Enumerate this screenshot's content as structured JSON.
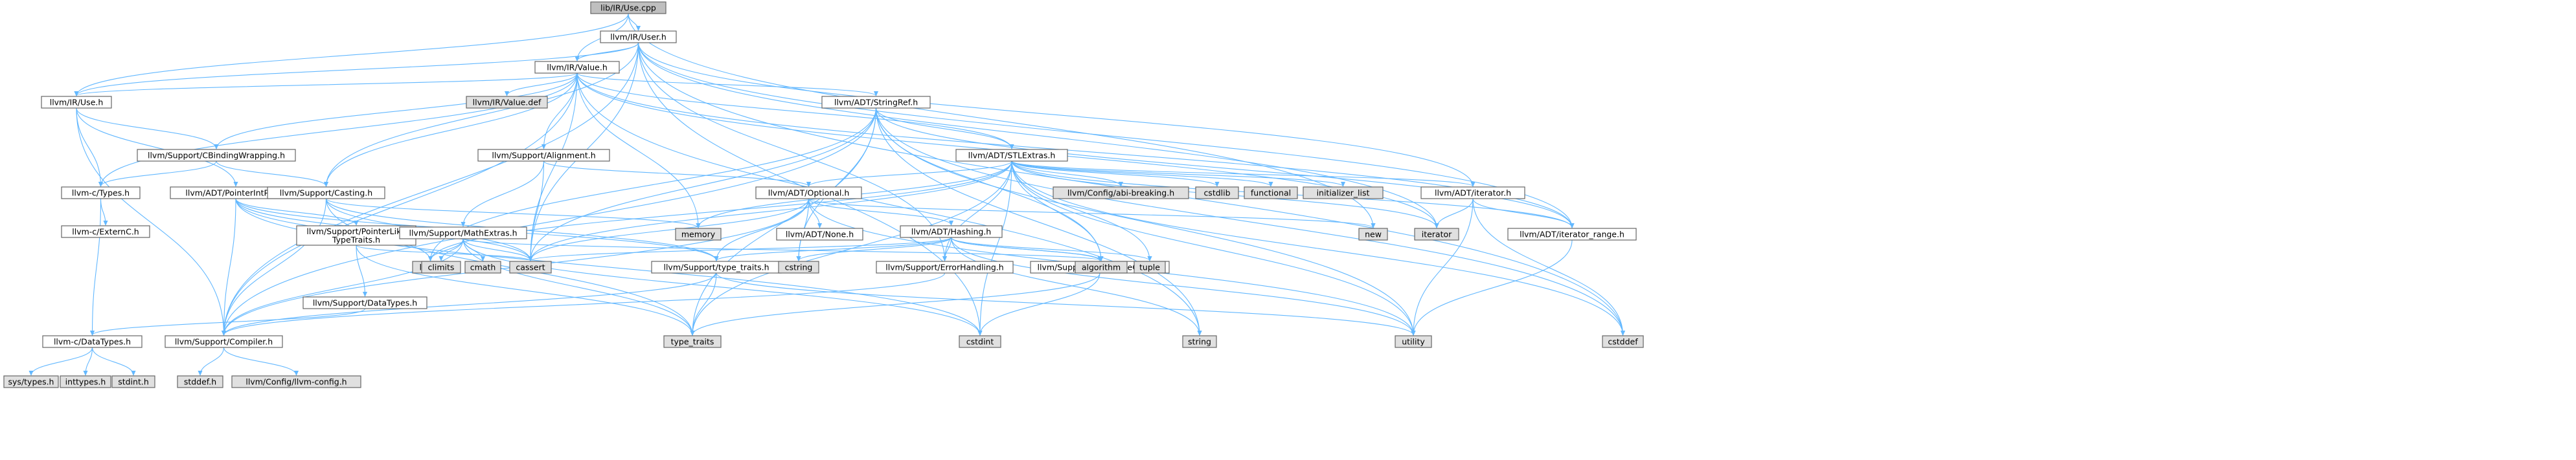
{
  "colors": {
    "root_fill": "#bfbfbf",
    "header_fill": "#ffffff",
    "system_fill": "#e0e0e0",
    "missing_border": "#ff0000",
    "border": "#666666",
    "edge": "#63b8ff"
  },
  "nodes": [
    {
      "id": "root",
      "label": "lib/IR/Use.cpp",
      "kind": "root"
    },
    {
      "id": "iruser",
      "label": "llvm/IR/User.h",
      "kind": "header"
    },
    {
      "id": "irvalue",
      "label": "llvm/IR/Value.h",
      "kind": "header"
    },
    {
      "id": "iruse",
      "label": "llvm/IR/Use.h",
      "kind": "header"
    },
    {
      "id": "valuedef",
      "label": "llvm/IR/Value.def",
      "kind": "system"
    },
    {
      "id": "stringref",
      "label": "llvm/ADT/StringRef.h",
      "kind": "header"
    },
    {
      "id": "cbinding",
      "label": "llvm/Support/CBindingWrapping.h",
      "kind": "header"
    },
    {
      "id": "alignment",
      "label": "llvm/Support/Alignment.h",
      "kind": "header"
    },
    {
      "id": "stlextras",
      "label": "llvm/ADT/STLExtras.h",
      "kind": "header"
    },
    {
      "id": "ctypes",
      "label": "llvm-c/Types.h",
      "kind": "header"
    },
    {
      "id": "ptrintpair",
      "label": "llvm/ADT/PointerIntPair.h",
      "kind": "header"
    },
    {
      "id": "casting",
      "label": "llvm/Support/Casting.h",
      "kind": "header"
    },
    {
      "id": "optional",
      "label": "llvm/ADT/Optional.h",
      "kind": "header"
    },
    {
      "id": "abibreaking",
      "label": "llvm/Config/abi-breaking.h",
      "kind": "system"
    },
    {
      "id": "cstdlib",
      "label": "cstdlib",
      "kind": "system"
    },
    {
      "id": "functional",
      "label": "functional",
      "kind": "system"
    },
    {
      "id": "initlist",
      "label": "initializer_list",
      "kind": "system"
    },
    {
      "id": "iteratorh",
      "label": "llvm/ADT/iterator.h",
      "kind": "header"
    },
    {
      "id": "externc",
      "label": "llvm-c/ExternC.h",
      "kind": "header"
    },
    {
      "id": "ptrliketraits",
      "label": "llvm/Support/PointerLike\nTypeTraits.h",
      "kind": "header"
    },
    {
      "id": "mathextras",
      "label": "llvm/Support/MathExtras.h",
      "kind": "header"
    },
    {
      "id": "memory",
      "label": "memory",
      "kind": "system"
    },
    {
      "id": "noneh",
      "label": "llvm/ADT/None.h",
      "kind": "header"
    },
    {
      "id": "hashing",
      "label": "llvm/ADT/Hashing.h",
      "kind": "header"
    },
    {
      "id": "new",
      "label": "new",
      "kind": "system"
    },
    {
      "id": "iterator",
      "label": "iterator",
      "kind": "system"
    },
    {
      "id": "itrange",
      "label": "llvm/ADT/iterator_range.h",
      "kind": "header"
    },
    {
      "id": "limits",
      "label": "limits",
      "kind": "system"
    },
    {
      "id": "climits",
      "label": "climits",
      "kind": "system"
    },
    {
      "id": "cmath",
      "label": "cmath",
      "kind": "system"
    },
    {
      "id": "cassert",
      "label": "cassert",
      "kind": "system"
    },
    {
      "id": "typetraitsh",
      "label": "llvm/Support/type_traits.h",
      "kind": "header"
    },
    {
      "id": "cstring",
      "label": "cstring",
      "kind": "system"
    },
    {
      "id": "errhandling",
      "label": "llvm/Support/ErrorHandling.h",
      "kind": "header"
    },
    {
      "id": "swapbyte",
      "label": "llvm/Support/SwapByteOrder.h",
      "kind": "missing"
    },
    {
      "id": "algorithm",
      "label": "algorithm",
      "kind": "system"
    },
    {
      "id": "tuple",
      "label": "tuple",
      "kind": "system"
    },
    {
      "id": "datatypessupport",
      "label": "llvm/Support/DataTypes.h",
      "kind": "header"
    },
    {
      "id": "cdatatypes",
      "label": "llvm-c/DataTypes.h",
      "kind": "header"
    },
    {
      "id": "compiler",
      "label": "llvm/Support/Compiler.h",
      "kind": "header"
    },
    {
      "id": "typetraits",
      "label": "type_traits",
      "kind": "system"
    },
    {
      "id": "cstdint",
      "label": "cstdint",
      "kind": "system"
    },
    {
      "id": "string",
      "label": "string",
      "kind": "system"
    },
    {
      "id": "utility",
      "label": "utility",
      "kind": "system"
    },
    {
      "id": "cstddef",
      "label": "cstddef",
      "kind": "system"
    },
    {
      "id": "systypes",
      "label": "sys/types.h",
      "kind": "system"
    },
    {
      "id": "inttypes",
      "label": "inttypes.h",
      "kind": "system"
    },
    {
      "id": "stdint",
      "label": "stdint.h",
      "kind": "system"
    },
    {
      "id": "stddef",
      "label": "stddef.h",
      "kind": "system"
    },
    {
      "id": "llvmconfig",
      "label": "llvm/Config/llvm-config.h",
      "kind": "system"
    }
  ],
  "edges": [
    [
      "root",
      "iruser"
    ],
    [
      "root",
      "irvalue"
    ],
    [
      "root",
      "iruse"
    ],
    [
      "root",
      "new"
    ],
    [
      "iruser",
      "irvalue"
    ],
    [
      "iruser",
      "iruse"
    ],
    [
      "iruser",
      "iteratorh"
    ],
    [
      "iruser",
      "itrange"
    ],
    [
      "iruser",
      "casting"
    ],
    [
      "iruser",
      "compiler"
    ],
    [
      "iruser",
      "errhandling"
    ],
    [
      "iruser",
      "cassert"
    ],
    [
      "iruser",
      "cstddef"
    ],
    [
      "iruser",
      "cstdint"
    ],
    [
      "iruser",
      "iterator"
    ],
    [
      "irvalue",
      "valuedef"
    ],
    [
      "irvalue",
      "stringref"
    ],
    [
      "irvalue",
      "stlextras"
    ],
    [
      "irvalue",
      "itrange"
    ],
    [
      "irvalue",
      "iruse"
    ],
    [
      "irvalue",
      "cbinding"
    ],
    [
      "irvalue",
      "alignment"
    ],
    [
      "irvalue",
      "casting"
    ],
    [
      "irvalue",
      "ctypes"
    ],
    [
      "irvalue",
      "compiler"
    ],
    [
      "irvalue",
      "memory"
    ],
    [
      "irvalue",
      "cassert"
    ],
    [
      "irvalue",
      "iterator"
    ],
    [
      "irvalue",
      "string"
    ],
    [
      "iruse",
      "ptrintpair"
    ],
    [
      "iruse",
      "cbinding"
    ],
    [
      "iruse",
      "ctypes"
    ],
    [
      "iruse",
      "compiler"
    ],
    [
      "cbinding",
      "ctypes"
    ],
    [
      "cbinding",
      "casting"
    ],
    [
      "ctypes",
      "externc"
    ],
    [
      "ctypes",
      "cdatatypes"
    ],
    [
      "ptrintpair",
      "ptrliketraits"
    ],
    [
      "ptrintpair",
      "typetraitsh"
    ],
    [
      "ptrintpair",
      "cassert"
    ],
    [
      "ptrintpair",
      "cstdint"
    ],
    [
      "ptrintpair",
      "limits"
    ],
    [
      "ptrintpair",
      "compiler"
    ],
    [
      "stringref",
      "stlextras"
    ],
    [
      "stringref",
      "itrange"
    ],
    [
      "stringref",
      "compiler"
    ],
    [
      "stringref",
      "algorithm"
    ],
    [
      "stringref",
      "cassert"
    ],
    [
      "stringref",
      "cstddef"
    ],
    [
      "stringref",
      "cstring"
    ],
    [
      "stringref",
      "limits"
    ],
    [
      "stringref",
      "string"
    ],
    [
      "stringref",
      "typetraits"
    ],
    [
      "stringref",
      "utility"
    ],
    [
      "alignment",
      "mathextras"
    ],
    [
      "alignment",
      "optional"
    ],
    [
      "alignment",
      "cassert"
    ],
    [
      "stlextras",
      "optional"
    ],
    [
      "stlextras",
      "iteratorh"
    ],
    [
      "stlextras",
      "itrange"
    ],
    [
      "stlextras",
      "errhandling"
    ],
    [
      "stlextras",
      "abibreaking"
    ],
    [
      "stlextras",
      "cstdlib"
    ],
    [
      "stlextras",
      "functional"
    ],
    [
      "stlextras",
      "initlist"
    ],
    [
      "stlextras",
      "memory"
    ],
    [
      "stlextras",
      "iterator"
    ],
    [
      "stlextras",
      "tuple"
    ],
    [
      "stlextras",
      "utility"
    ],
    [
      "stlextras",
      "algorithm"
    ],
    [
      "stlextras",
      "cassert"
    ],
    [
      "stlextras",
      "cstddef"
    ],
    [
      "stlextras",
      "cstdint"
    ],
    [
      "stlextras",
      "limits"
    ],
    [
      "stlextras",
      "typetraits"
    ],
    [
      "casting",
      "typetraitsh"
    ],
    [
      "casting",
      "compiler"
    ],
    [
      "casting",
      "cassert"
    ],
    [
      "casting",
      "memory"
    ],
    [
      "casting",
      "typetraits"
    ],
    [
      "optional",
      "noneh"
    ],
    [
      "optional",
      "hashing"
    ],
    [
      "optional",
      "compiler"
    ],
    [
      "optional",
      "typetraitsh"
    ],
    [
      "optional",
      "cassert"
    ],
    [
      "optional",
      "cstring"
    ],
    [
      "optional",
      "new"
    ],
    [
      "optional",
      "utility"
    ],
    [
      "mathextras",
      "compiler"
    ],
    [
      "mathextras",
      "limits"
    ],
    [
      "mathextras",
      "climits"
    ],
    [
      "mathextras",
      "cmath"
    ],
    [
      "mathextras",
      "cassert"
    ],
    [
      "mathextras",
      "cstdint"
    ],
    [
      "mathextras",
      "typetraits"
    ],
    [
      "mathextras",
      "algorithm"
    ],
    [
      "ptrliketraits",
      "datatypessupport"
    ],
    [
      "ptrliketraits",
      "cassert"
    ],
    [
      "ptrliketraits",
      "typetraits"
    ],
    [
      "datatypessupport",
      "cdatatypes"
    ],
    [
      "cdatatypes",
      "systypes"
    ],
    [
      "cdatatypes",
      "inttypes"
    ],
    [
      "cdatatypes",
      "stdint"
    ],
    [
      "hashing",
      "errhandling"
    ],
    [
      "hashing",
      "swapbyte"
    ],
    [
      "hashing",
      "typetraitsh"
    ],
    [
      "hashing",
      "algorithm"
    ],
    [
      "hashing",
      "cassert"
    ],
    [
      "hashing",
      "cstring"
    ],
    [
      "hashing",
      "string"
    ],
    [
      "hashing",
      "tuple"
    ],
    [
      "hashing",
      "utility"
    ],
    [
      "iteratorh",
      "itrange"
    ],
    [
      "iteratorh",
      "iterator"
    ],
    [
      "iteratorh",
      "cstddef"
    ],
    [
      "iteratorh",
      "type_traits_dummy"
    ],
    [
      "iteratorh",
      "utility"
    ],
    [
      "itrange",
      "utility"
    ],
    [
      "typetraitsh",
      "compiler"
    ],
    [
      "typetraitsh",
      "typetraits"
    ],
    [
      "typetraitsh",
      "utility"
    ],
    [
      "errhandling",
      "compiler"
    ],
    [
      "swapbyte",
      "typetraits"
    ],
    [
      "swapbyte",
      "cstdint"
    ],
    [
      "compiler",
      "stddef"
    ],
    [
      "compiler",
      "llvmconfig"
    ]
  ]
}
